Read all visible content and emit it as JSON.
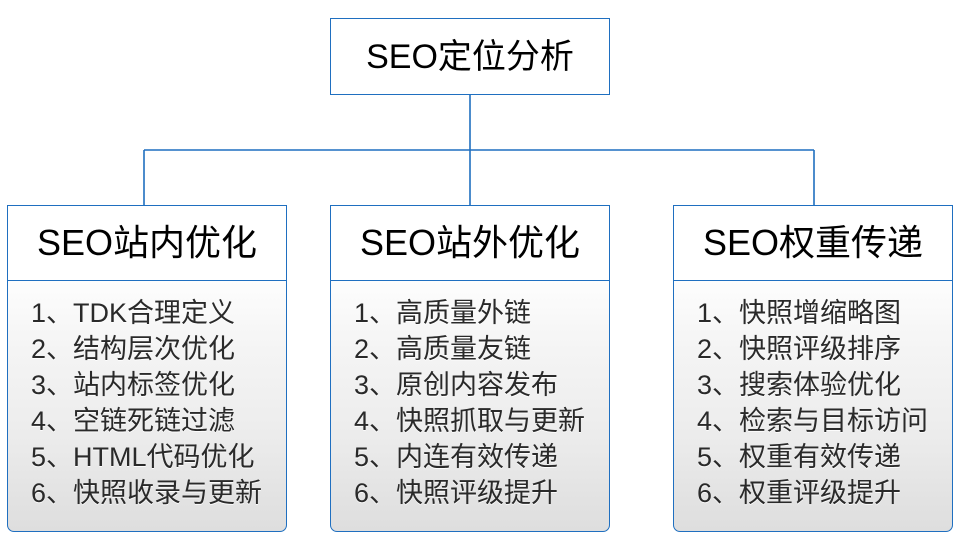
{
  "diagram": {
    "type": "org-tree",
    "root": {
      "title": "SEO定位分析"
    },
    "branches": [
      {
        "title": "SEO站内优化",
        "items": [
          "1、TDK合理定义",
          "2、结构层次优化",
          "3、站内标签优化",
          "4、空链死链过滤",
          "5、HTML代码优化",
          "6、快照收录与更新"
        ]
      },
      {
        "title": "SEO站外优化",
        "items": [
          "1、高质量外链",
          "2、高质量友链",
          "3、原创内容发布",
          "4、快照抓取与更新",
          "5、内连有效传递",
          "6、快照评级提升"
        ]
      },
      {
        "title": "SEO权重传递",
        "items": [
          "1、快照增缩略图",
          "2、快照评级排序",
          "3、搜索体验优化",
          "4、检索与目标访问",
          "5、权重有效传递",
          "6、权重评级提升"
        ]
      }
    ],
    "colors": {
      "border": "#1F6FC0",
      "connector": "#1F6FC0",
      "node_fill": "#FFFFFF",
      "list_fill_top": "#FDFDFD",
      "list_fill_bottom": "#DEDEDE",
      "text": "#000000",
      "list_text": "#2A2A2A",
      "background": "#FFFFFF"
    }
  }
}
